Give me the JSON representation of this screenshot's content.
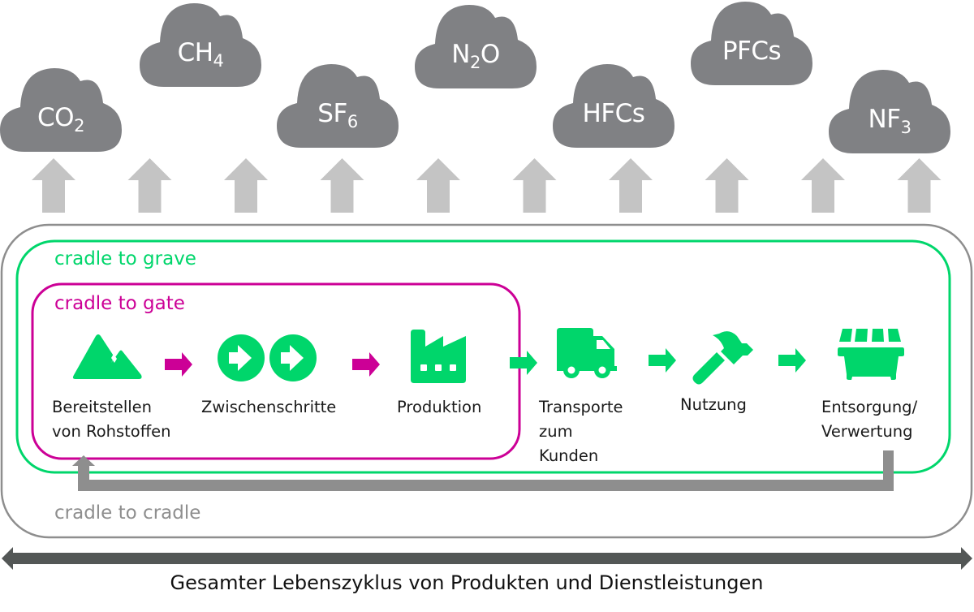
{
  "colors": {
    "cloud": "#808184",
    "emission_arrow": "#c4c4c4",
    "grave": "#00d66b",
    "gate": "#cc0096",
    "cradle": "#8e8e8e",
    "lifecycle_arrow": "#535756",
    "icon": "#00d66b"
  },
  "emissions": [
    {
      "name": "CO2",
      "base": "CO",
      "sub": "2"
    },
    {
      "name": "CH4",
      "base": "CH",
      "sub": "4"
    },
    {
      "name": "SF6",
      "base": "SF",
      "sub": "6"
    },
    {
      "name": "N2O",
      "base": "N",
      "sub": "2",
      "tail": "O"
    },
    {
      "name": "HFCs",
      "base": "HFCs",
      "sub": ""
    },
    {
      "name": "PFCs",
      "base": "PFCs",
      "sub": ""
    },
    {
      "name": "NF3",
      "base": "NF",
      "sub": "3"
    }
  ],
  "emission_arrow_count": 10,
  "scopes": {
    "grave": "cradle to grave",
    "gate": "cradle to gate",
    "cradle": "cradle to cradle"
  },
  "steps": [
    {
      "id": "raw-materials",
      "icon": "mountain-icon",
      "label": "Bereitstellen\nvon Rohstoffen"
    },
    {
      "id": "intermediate",
      "icon": "double-arrow-circle-icon",
      "label": "Zwischenschritte"
    },
    {
      "id": "production",
      "icon": "factory-icon",
      "label": "Produktion"
    },
    {
      "id": "transport",
      "icon": "truck-icon",
      "label": "Transporte\nzum\nKunden"
    },
    {
      "id": "usage",
      "icon": "hammer-icon",
      "label": "Nutzung"
    },
    {
      "id": "disposal",
      "icon": "dumpster-icon",
      "label": "Entsorgung/\nVerwertung"
    }
  ],
  "caption": "Gesamter Lebenszyklus von Produkten und Dienstleistungen"
}
